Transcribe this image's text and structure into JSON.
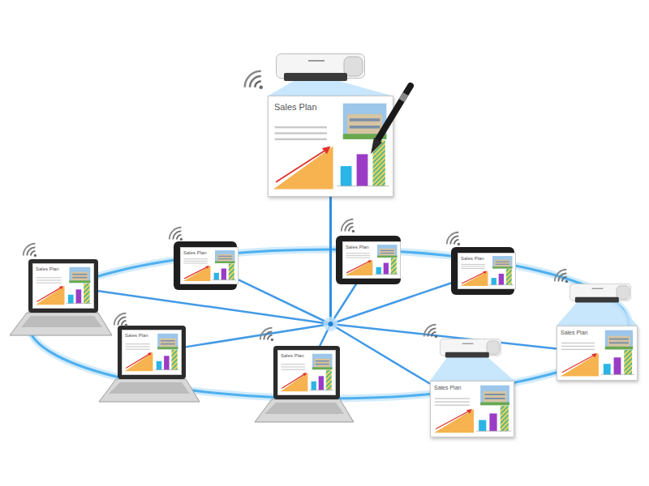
{
  "diagram": {
    "nodes": [
      {
        "text": [
          "Sales Plan"
        ]
      },
      {
        "text": [
          "Sales Plan"
        ]
      },
      {
        "text": [
          "Sales Plan"
        ]
      },
      {
        "text": [
          "Sales Plan"
        ]
      },
      {
        "text": [
          "Sales Plan"
        ]
      },
      {
        "text": [
          "Sales Plan"
        ]
      },
      {
        "text": [
          "Sales Plan"
        ]
      },
      {
        "text": [
          "Sales Plan"
        ]
      },
      {
        "text": [
          "Sales Plan"
        ]
      }
    ],
    "edges": [
      {
        "from": 0,
        "to": 1,
        "arrow": "none"
      },
      {
        "from": 0,
        "to": 2,
        "arrow": "none"
      },
      {
        "from": 0,
        "to": 3,
        "arrow": "none"
      },
      {
        "from": 0,
        "to": 4,
        "arrow": "none"
      },
      {
        "from": 0,
        "to": 5,
        "arrow": "none"
      },
      {
        "from": 0,
        "to": 6,
        "arrow": "none"
      },
      {
        "from": 0,
        "to": 7,
        "arrow": "none"
      },
      {
        "from": 0,
        "to": 8,
        "arrow": "none"
      }
    ]
  }
}
